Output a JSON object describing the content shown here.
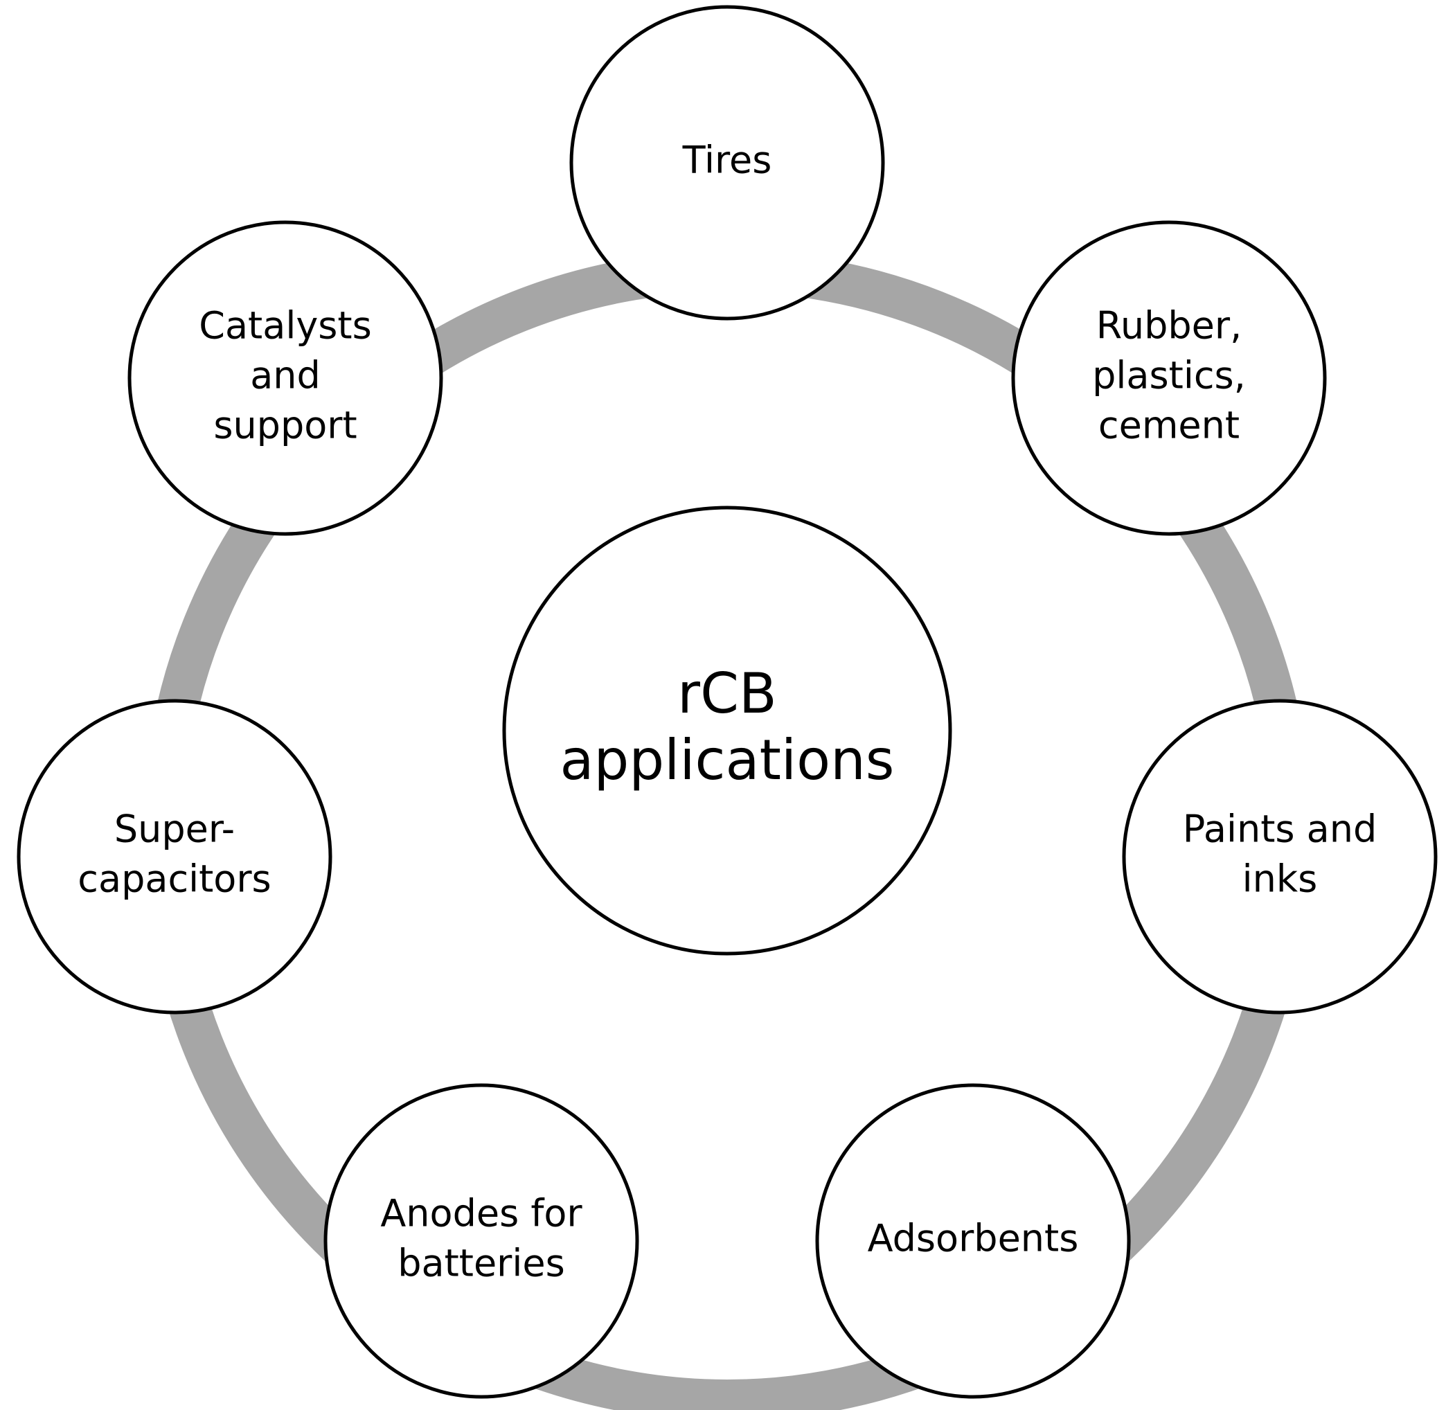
{
  "center": {
    "lines": [
      "rCB",
      "applications"
    ]
  },
  "nodes": [
    {
      "id": "tires",
      "lines": [
        "Tires"
      ]
    },
    {
      "id": "rubber-plastics-cement",
      "lines": [
        "Rubber,",
        "plastics,",
        "cement"
      ]
    },
    {
      "id": "paints-and-inks",
      "lines": [
        "Paints and",
        "inks"
      ]
    },
    {
      "id": "adsorbents",
      "lines": [
        "Adsorbents"
      ]
    },
    {
      "id": "anodes-for-batteries",
      "lines": [
        "Anodes for",
        "batteries"
      ]
    },
    {
      "id": "super-capacitors",
      "lines": [
        "Super-",
        "capacitors"
      ]
    },
    {
      "id": "catalysts-and-support",
      "lines": [
        "Catalysts",
        "and",
        "support"
      ]
    }
  ],
  "colors": {
    "ring": "#a6a6a6",
    "circle_stroke": "#000000",
    "circle_fill": "#ffffff",
    "text": "#000000"
  }
}
